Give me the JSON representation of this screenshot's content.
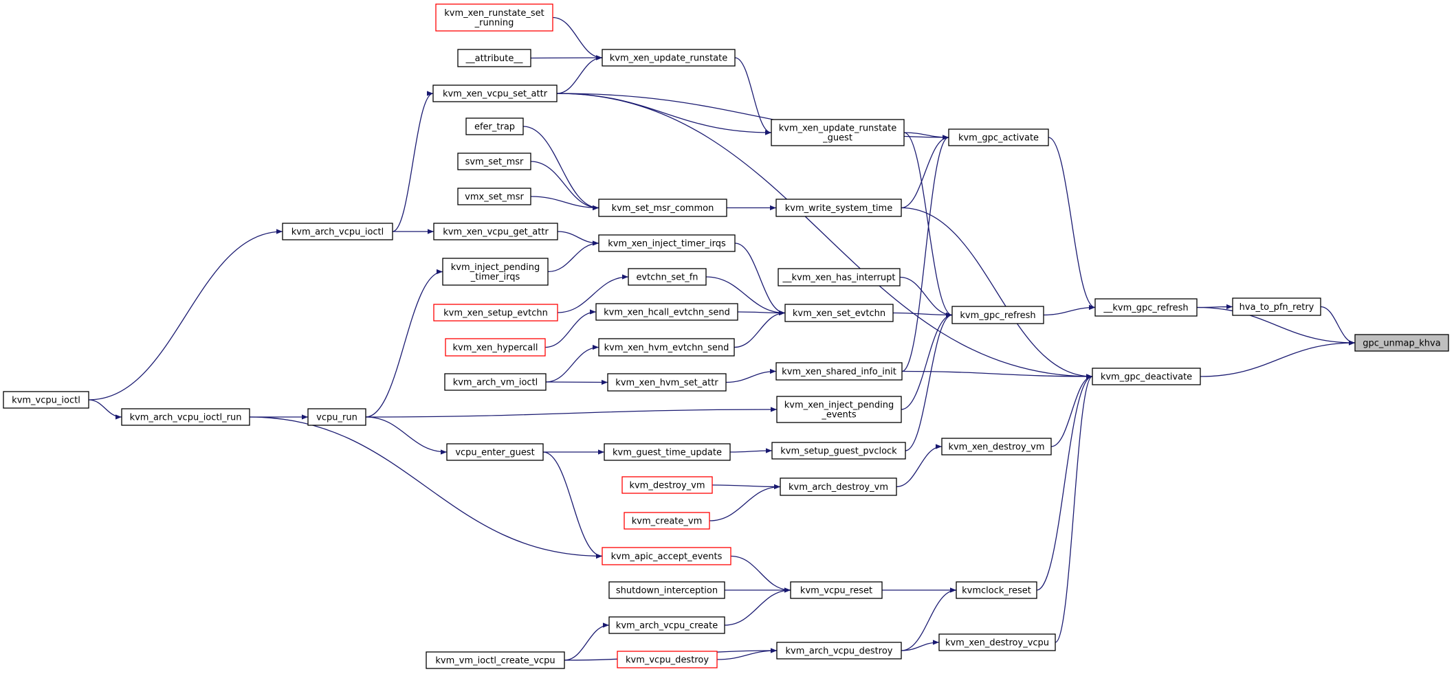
{
  "colors": {
    "edge": "#191970",
    "node_border_default": "#000000",
    "node_border_truncated": "#ff0000",
    "node_fill_default": "#ffffff",
    "node_fill_focus": "#bfbfbf"
  },
  "nodes": [
    {
      "id": "gpc_unmap_khva",
      "lines": [
        "gpc_unmap_khva"
      ],
      "style": "focus"
    },
    {
      "id": "hva_to_pfn_retry",
      "lines": [
        "hva_to_pfn_retry"
      ],
      "style": "normal"
    },
    {
      "id": "__kvm_gpc_refresh",
      "lines": [
        "__kvm_gpc_refresh"
      ],
      "style": "normal"
    },
    {
      "id": "kvm_gpc_deactivate",
      "lines": [
        "kvm_gpc_deactivate"
      ],
      "style": "normal"
    },
    {
      "id": "kvm_gpc_activate",
      "lines": [
        "kvm_gpc_activate"
      ],
      "style": "normal"
    },
    {
      "id": "kvm_gpc_refresh",
      "lines": [
        "kvm_gpc_refresh"
      ],
      "style": "normal"
    },
    {
      "id": "kvm_xen_destroy_vm",
      "lines": [
        "kvm_xen_destroy_vm"
      ],
      "style": "normal"
    },
    {
      "id": "kvmclock_reset",
      "lines": [
        "kvmclock_reset"
      ],
      "style": "normal"
    },
    {
      "id": "kvm_xen_destroy_vcpu",
      "lines": [
        "kvm_xen_destroy_vcpu"
      ],
      "style": "normal"
    },
    {
      "id": "kvm_xen_update_runstate_guest",
      "lines": [
        "kvm_xen_update_runstate",
        "_guest"
      ],
      "style": "normal"
    },
    {
      "id": "kvm_write_system_time",
      "lines": [
        "kvm_write_system_time"
      ],
      "style": "normal"
    },
    {
      "id": "kvm_xen_set_evtchn",
      "lines": [
        "kvm_xen_set_evtchn"
      ],
      "style": "normal"
    },
    {
      "id": "kvm_xen_shared_info_init",
      "lines": [
        "kvm_xen_shared_info_init"
      ],
      "style": "normal"
    },
    {
      "id": "kvm_xen_inject_pending_events",
      "lines": [
        "kvm_xen_inject_pending",
        "_events"
      ],
      "style": "normal"
    },
    {
      "id": "kvm_setup_guest_pvclock",
      "lines": [
        "kvm_setup_guest_pvclock"
      ],
      "style": "normal"
    },
    {
      "id": "__kvm_xen_has_interrupt",
      "lines": [
        "__kvm_xen_has_interrupt"
      ],
      "style": "normal"
    },
    {
      "id": "kvm_arch_destroy_vm",
      "lines": [
        "kvm_arch_destroy_vm"
      ],
      "style": "normal"
    },
    {
      "id": "kvm_vcpu_reset",
      "lines": [
        "kvm_vcpu_reset"
      ],
      "style": "normal"
    },
    {
      "id": "kvm_arch_vcpu_destroy",
      "lines": [
        "kvm_arch_vcpu_destroy"
      ],
      "style": "normal"
    },
    {
      "id": "kvm_xen_update_runstate",
      "lines": [
        "kvm_xen_update_runstate"
      ],
      "style": "normal"
    },
    {
      "id": "kvm_xen_vcpu_set_attr",
      "lines": [
        "kvm_xen_vcpu_set_attr"
      ],
      "style": "normal"
    },
    {
      "id": "kvm_set_msr_common",
      "lines": [
        "kvm_set_msr_common"
      ],
      "style": "normal"
    },
    {
      "id": "kvm_xen_inject_timer_irqs",
      "lines": [
        "kvm_xen_inject_timer_irqs"
      ],
      "style": "normal"
    },
    {
      "id": "evtchn_set_fn",
      "lines": [
        "evtchn_set_fn"
      ],
      "style": "normal"
    },
    {
      "id": "kvm_xen_hcall_evtchn_send",
      "lines": [
        "kvm_xen_hcall_evtchn_send"
      ],
      "style": "normal"
    },
    {
      "id": "kvm_xen_hvm_evtchn_send",
      "lines": [
        "kvm_xen_hvm_evtchn_send"
      ],
      "style": "normal"
    },
    {
      "id": "kvm_xen_hvm_set_attr",
      "lines": [
        "kvm_xen_hvm_set_attr"
      ],
      "style": "normal"
    },
    {
      "id": "vcpu_run",
      "lines": [
        "vcpu_run"
      ],
      "style": "normal"
    },
    {
      "id": "kvm_guest_time_update",
      "lines": [
        "kvm_guest_time_update"
      ],
      "style": "normal"
    },
    {
      "id": "kvm_destroy_vm",
      "lines": [
        "kvm_destroy_vm"
      ],
      "style": "truncated"
    },
    {
      "id": "kvm_create_vm",
      "lines": [
        "kvm_create_vm"
      ],
      "style": "truncated"
    },
    {
      "id": "kvm_apic_accept_events",
      "lines": [
        "kvm_apic_accept_events"
      ],
      "style": "truncated"
    },
    {
      "id": "shutdown_interception",
      "lines": [
        "shutdown_interception"
      ],
      "style": "normal"
    },
    {
      "id": "kvm_arch_vcpu_create",
      "lines": [
        "kvm_arch_vcpu_create"
      ],
      "style": "normal"
    },
    {
      "id": "kvm_vcpu_destroy",
      "lines": [
        "kvm_vcpu_destroy"
      ],
      "style": "truncated"
    },
    {
      "id": "kvm_vm_ioctl_create_vcpu",
      "lines": [
        "kvm_vm_ioctl_create_vcpu"
      ],
      "style": "normal"
    },
    {
      "id": "kvm_xen_runstate_set_running",
      "lines": [
        "kvm_xen_runstate_set",
        "_running"
      ],
      "style": "truncated"
    },
    {
      "id": "__attribute__",
      "lines": [
        "__attribute__"
      ],
      "style": "normal"
    },
    {
      "id": "efer_trap",
      "lines": [
        "efer_trap"
      ],
      "style": "normal"
    },
    {
      "id": "svm_set_msr",
      "lines": [
        "svm_set_msr"
      ],
      "style": "normal"
    },
    {
      "id": "vmx_set_msr",
      "lines": [
        "vmx_set_msr"
      ],
      "style": "normal"
    },
    {
      "id": "kvm_xen_vcpu_get_attr",
      "lines": [
        "kvm_xen_vcpu_get_attr"
      ],
      "style": "normal"
    },
    {
      "id": "kvm_inject_pending_timer_irqs",
      "lines": [
        "kvm_inject_pending",
        "_timer_irqs"
      ],
      "style": "normal"
    },
    {
      "id": "kvm_xen_setup_evtchn",
      "lines": [
        "kvm_xen_setup_evtchn"
      ],
      "style": "truncated"
    },
    {
      "id": "kvm_xen_hypercall",
      "lines": [
        "kvm_xen_hypercall"
      ],
      "style": "truncated"
    },
    {
      "id": "kvm_arch_vm_ioctl",
      "lines": [
        "kvm_arch_vm_ioctl"
      ],
      "style": "normal"
    },
    {
      "id": "vcpu_enter_guest",
      "lines": [
        "vcpu_enter_guest"
      ],
      "style": "normal"
    },
    {
      "id": "kvm_arch_vcpu_ioctl",
      "lines": [
        "kvm_arch_vcpu_ioctl"
      ],
      "style": "normal"
    },
    {
      "id": "kvm_arch_vcpu_ioctl_run",
      "lines": [
        "kvm_arch_vcpu_ioctl_run"
      ],
      "style": "normal"
    },
    {
      "id": "kvm_vcpu_ioctl",
      "lines": [
        "kvm_vcpu_ioctl"
      ],
      "style": "normal"
    }
  ],
  "edges": [
    [
      "hva_to_pfn_retry",
      "gpc_unmap_khva"
    ],
    [
      "__kvm_gpc_refresh",
      "gpc_unmap_khva"
    ],
    [
      "kvm_gpc_deactivate",
      "gpc_unmap_khva"
    ],
    [
      "__kvm_gpc_refresh",
      "hva_to_pfn_retry"
    ],
    [
      "kvm_gpc_refresh",
      "__kvm_gpc_refresh"
    ],
    [
      "kvm_gpc_activate",
      "__kvm_gpc_refresh"
    ],
    [
      "kvm_xen_destroy_vm",
      "kvm_gpc_deactivate"
    ],
    [
      "kvmclock_reset",
      "kvm_gpc_deactivate"
    ],
    [
      "kvm_xen_destroy_vcpu",
      "kvm_gpc_deactivate"
    ],
    [
      "kvm_xen_shared_info_init",
      "kvm_gpc_deactivate"
    ],
    [
      "kvm_write_system_time",
      "kvm_gpc_deactivate"
    ],
    [
      "kvm_xen_vcpu_set_attr",
      "kvm_gpc_deactivate"
    ],
    [
      "kvm_xen_update_runstate_guest",
      "kvm_gpc_activate"
    ],
    [
      "kvm_write_system_time",
      "kvm_gpc_activate"
    ],
    [
      "kvm_xen_shared_info_init",
      "kvm_gpc_activate"
    ],
    [
      "kvm_xen_vcpu_set_attr",
      "kvm_gpc_activate"
    ],
    [
      "kvm_xen_set_evtchn",
      "kvm_gpc_refresh"
    ],
    [
      "__kvm_xen_has_interrupt",
      "kvm_gpc_refresh"
    ],
    [
      "kvm_xen_inject_pending_events",
      "kvm_gpc_refresh"
    ],
    [
      "kvm_setup_guest_pvclock",
      "kvm_gpc_refresh"
    ],
    [
      "kvm_xen_update_runstate_guest",
      "kvm_gpc_refresh"
    ],
    [
      "kvm_arch_destroy_vm",
      "kvm_xen_destroy_vm"
    ],
    [
      "kvm_vcpu_reset",
      "kvmclock_reset"
    ],
    [
      "kvm_arch_vcpu_destroy",
      "kvmclock_reset"
    ],
    [
      "kvm_arch_vcpu_destroy",
      "kvm_xen_destroy_vcpu"
    ],
    [
      "kvm_xen_update_runstate",
      "kvm_xen_update_runstate_guest"
    ],
    [
      "kvm_xen_vcpu_set_attr",
      "kvm_xen_update_runstate_guest"
    ],
    [
      "kvm_set_msr_common",
      "kvm_write_system_time"
    ],
    [
      "kvm_xen_inject_timer_irqs",
      "kvm_xen_set_evtchn"
    ],
    [
      "evtchn_set_fn",
      "kvm_xen_set_evtchn"
    ],
    [
      "kvm_xen_hcall_evtchn_send",
      "kvm_xen_set_evtchn"
    ],
    [
      "kvm_xen_hvm_evtchn_send",
      "kvm_xen_set_evtchn"
    ],
    [
      "kvm_xen_hvm_set_attr",
      "kvm_xen_shared_info_init"
    ],
    [
      "vcpu_run",
      "kvm_xen_inject_pending_events"
    ],
    [
      "kvm_guest_time_update",
      "kvm_setup_guest_pvclock"
    ],
    [
      "kvm_destroy_vm",
      "kvm_arch_destroy_vm"
    ],
    [
      "kvm_create_vm",
      "kvm_arch_destroy_vm"
    ],
    [
      "kvm_apic_accept_events",
      "kvm_vcpu_reset"
    ],
    [
      "shutdown_interception",
      "kvm_vcpu_reset"
    ],
    [
      "kvm_arch_vcpu_create",
      "kvm_vcpu_reset"
    ],
    [
      "kvm_vcpu_destroy",
      "kvm_arch_vcpu_destroy"
    ],
    [
      "kvm_vm_ioctl_create_vcpu",
      "kvm_arch_vcpu_destroy"
    ],
    [
      "kvm_xen_runstate_set_running",
      "kvm_xen_update_runstate"
    ],
    [
      "__attribute__",
      "kvm_xen_update_runstate"
    ],
    [
      "kvm_xen_vcpu_set_attr",
      "kvm_xen_update_runstate"
    ],
    [
      "kvm_arch_vcpu_ioctl",
      "kvm_xen_vcpu_set_attr"
    ],
    [
      "efer_trap",
      "kvm_set_msr_common"
    ],
    [
      "svm_set_msr",
      "kvm_set_msr_common"
    ],
    [
      "vmx_set_msr",
      "kvm_set_msr_common"
    ],
    [
      "kvm_xen_vcpu_get_attr",
      "kvm_xen_inject_timer_irqs"
    ],
    [
      "kvm_inject_pending_timer_irqs",
      "kvm_xen_inject_timer_irqs"
    ],
    [
      "kvm_xen_setup_evtchn",
      "evtchn_set_fn"
    ],
    [
      "kvm_xen_hypercall",
      "kvm_xen_hcall_evtchn_send"
    ],
    [
      "kvm_arch_vm_ioctl",
      "kvm_xen_hvm_evtchn_send"
    ],
    [
      "kvm_arch_vm_ioctl",
      "kvm_xen_hvm_set_attr"
    ],
    [
      "kvm_arch_vcpu_ioctl_run",
      "vcpu_run"
    ],
    [
      "vcpu_run",
      "kvm_inject_pending_timer_irqs"
    ],
    [
      "vcpu_run",
      "vcpu_enter_guest"
    ],
    [
      "vcpu_enter_guest",
      "kvm_guest_time_update"
    ],
    [
      "vcpu_enter_guest",
      "kvm_apic_accept_events"
    ],
    [
      "kvm_arch_vcpu_ioctl_run",
      "kvm_apic_accept_events"
    ],
    [
      "kvm_vm_ioctl_create_vcpu",
      "kvm_arch_vcpu_create"
    ],
    [
      "kvm_arch_vcpu_ioctl",
      "kvm_xen_vcpu_get_attr"
    ],
    [
      "kvm_vcpu_ioctl",
      "kvm_arch_vcpu_ioctl"
    ],
    [
      "kvm_vcpu_ioctl",
      "kvm_arch_vcpu_ioctl_run"
    ]
  ]
}
